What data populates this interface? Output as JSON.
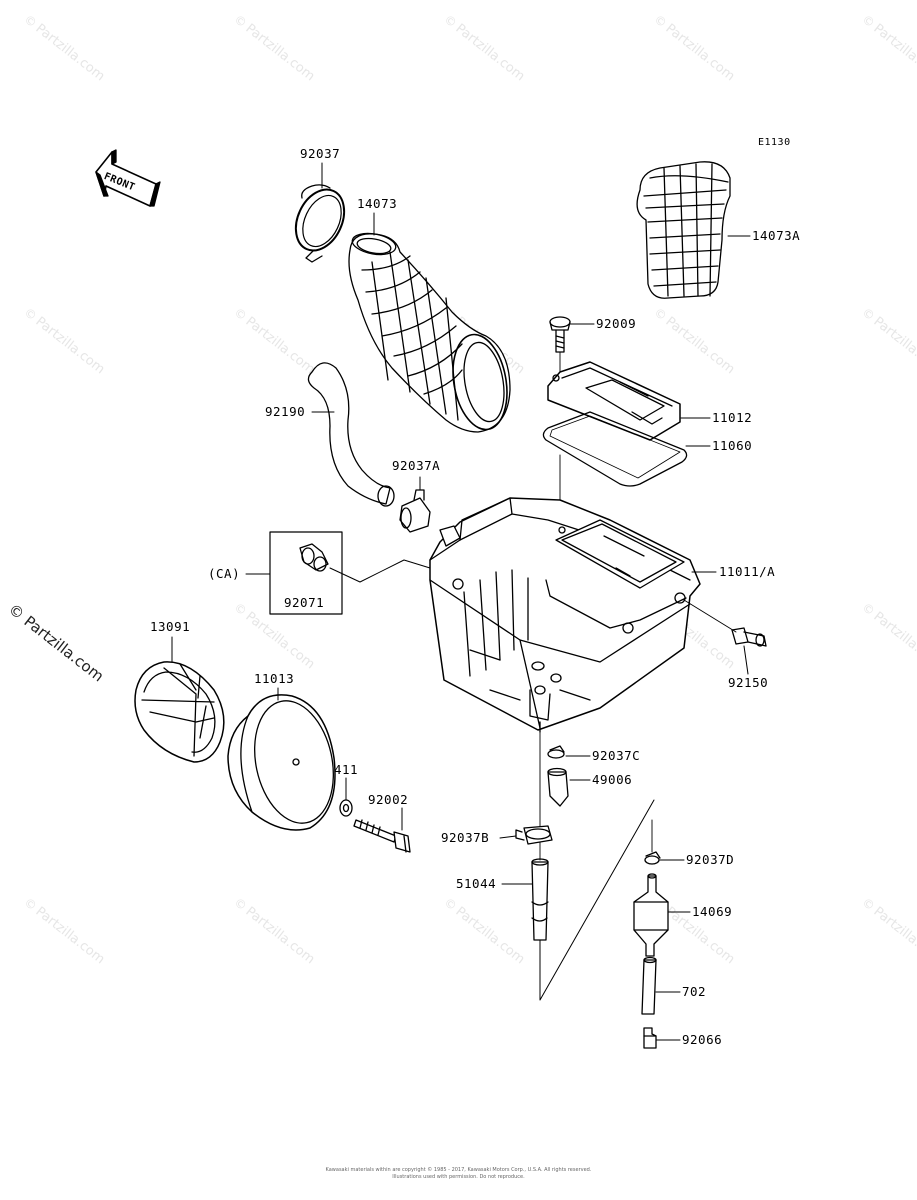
{
  "diagram": {
    "code": "E1130",
    "front_arrow": "FRONT",
    "side_watermark": "Partzilla.com",
    "watermark_text": "Partzilla.com",
    "copyright_line1": "Kawasaki materials within are copyright © 1985 - 2017, Kawasaki Motors Corp., U.S.A. All rights reserved.",
    "copyright_line2": "Illustrations used with permission. Do not reproduce."
  },
  "callouts": {
    "p92037": "92037",
    "p14073": "14073",
    "p14073A": "14073A",
    "p92009": "92009",
    "p11012": "11012",
    "p11060": "11060",
    "p92190": "92190",
    "p92037A": "92037A",
    "p11011A": "11011/A",
    "ca": "(CA)",
    "p92071": "92071",
    "p13091": "13091",
    "p11013": "11013",
    "p411": "411",
    "p92002": "92002",
    "p92150": "92150",
    "p92037C": "92037C",
    "p49006": "49006",
    "p92037B": "92037B",
    "p51044": "51044",
    "p92037D": "92037D",
    "p14069": "14069",
    "p702": "702",
    "p92066": "92066"
  }
}
